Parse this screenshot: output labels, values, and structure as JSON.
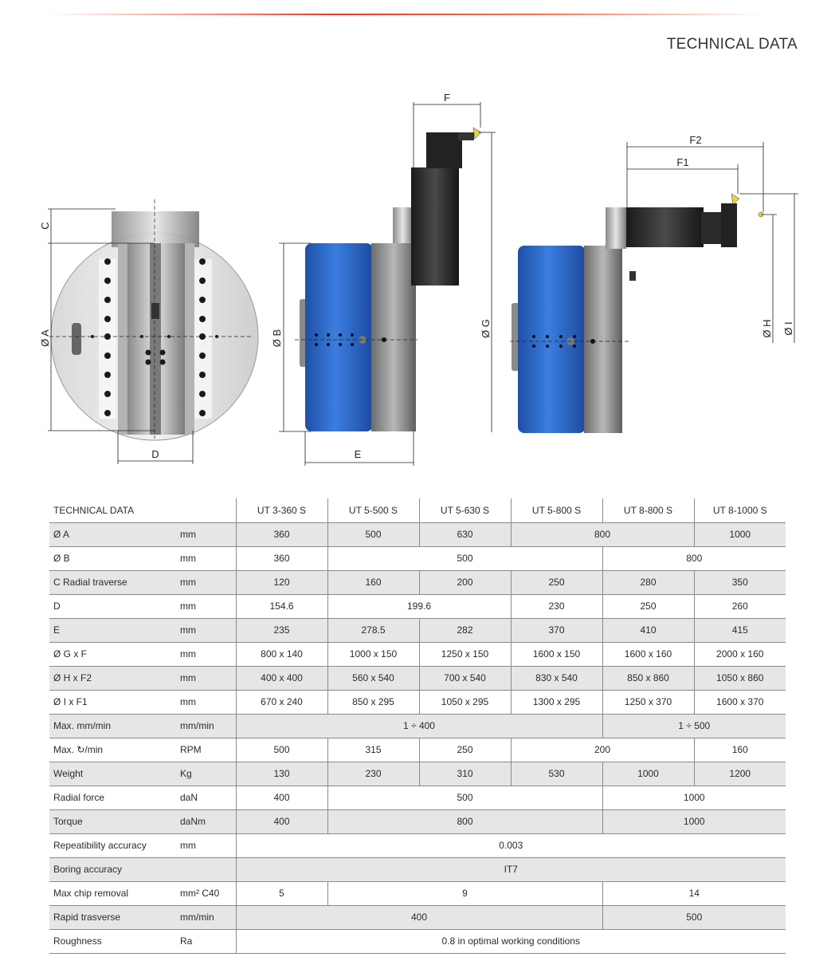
{
  "page_title": "TECHNICAL DATA",
  "dimension_labels": {
    "c": "C",
    "a": "Ø A",
    "d": "D",
    "b": "Ø B",
    "e": "E",
    "f": "F",
    "g": "Ø G",
    "f1": "F1",
    "f2": "F2",
    "h": "Ø H",
    "i": "Ø I"
  },
  "colors": {
    "accent": "#e63c28",
    "body_blue": "#2a63c4",
    "steel": "#9a9a9a"
  },
  "table": {
    "header": {
      "label": "TECHNICAL DATA",
      "models": [
        "UT 3-360 S",
        "UT 5-500 S",
        "UT 5-630 S",
        "UT 5-800 S",
        "UT 8-800 S",
        "UT 8-1000 S"
      ]
    },
    "rows": [
      {
        "param": "Ø A",
        "unit": "mm",
        "cells": [
          {
            "v": "360",
            "span": 1
          },
          {
            "v": "500",
            "span": 1
          },
          {
            "v": "630",
            "span": 1
          },
          {
            "v": "800",
            "span": 2
          },
          {
            "v": "1000",
            "span": 1
          }
        ]
      },
      {
        "param": "Ø B",
        "unit": "mm",
        "cells": [
          {
            "v": "360",
            "span": 1
          },
          {
            "v": "500",
            "span": 3
          },
          {
            "v": "800",
            "span": 2
          }
        ]
      },
      {
        "param": "C Radial traverse",
        "unit": "mm",
        "cells": [
          {
            "v": "120",
            "span": 1
          },
          {
            "v": "160",
            "span": 1
          },
          {
            "v": "200",
            "span": 1
          },
          {
            "v": "250",
            "span": 1
          },
          {
            "v": "280",
            "span": 1
          },
          {
            "v": "350",
            "span": 1
          }
        ]
      },
      {
        "param": "D",
        "unit": "mm",
        "cells": [
          {
            "v": "154.6",
            "span": 1
          },
          {
            "v": "199.6",
            "span": 2
          },
          {
            "v": "230",
            "span": 1
          },
          {
            "v": "250",
            "span": 1
          },
          {
            "v": "260",
            "span": 1
          }
        ]
      },
      {
        "param": "E",
        "unit": "mm",
        "cells": [
          {
            "v": "235",
            "span": 1
          },
          {
            "v": "278.5",
            "span": 1
          },
          {
            "v": "282",
            "span": 1
          },
          {
            "v": "370",
            "span": 1
          },
          {
            "v": "410",
            "span": 1
          },
          {
            "v": "415",
            "span": 1
          }
        ]
      },
      {
        "param": "Ø G x F",
        "unit": "mm",
        "cells": [
          {
            "v": "800 x 140",
            "span": 1
          },
          {
            "v": "1000 x 150",
            "span": 1
          },
          {
            "v": "1250 x 150",
            "span": 1
          },
          {
            "v": "1600 x 150",
            "span": 1
          },
          {
            "v": "1600 x 160",
            "span": 1
          },
          {
            "v": "2000 x 160",
            "span": 1
          }
        ]
      },
      {
        "param": "Ø H x F2",
        "unit": "mm",
        "cells": [
          {
            "v": "400 x 400",
            "span": 1
          },
          {
            "v": "560 x 540",
            "span": 1
          },
          {
            "v": "700 x 540",
            "span": 1
          },
          {
            "v": "830 x 540",
            "span": 1
          },
          {
            "v": "850 x 860",
            "span": 1
          },
          {
            "v": "1050 x 860",
            "span": 1
          }
        ]
      },
      {
        "param": "Ø I x F1",
        "unit": "mm",
        "cells": [
          {
            "v": "670 x 240",
            "span": 1
          },
          {
            "v": "850 x 295",
            "span": 1
          },
          {
            "v": "1050 x 295",
            "span": 1
          },
          {
            "v": "1300 x 295",
            "span": 1
          },
          {
            "v": "1250 x 370",
            "span": 1
          },
          {
            "v": "1600 x 370",
            "span": 1
          }
        ]
      },
      {
        "param": "Max. mm/min",
        "unit": "mm/min",
        "cells": [
          {
            "v": "1 ÷ 400",
            "span": 4
          },
          {
            "v": "1 ÷ 500",
            "span": 2
          }
        ]
      },
      {
        "param": "Max. ↻/min",
        "unit": "RPM",
        "cells": [
          {
            "v": "500",
            "span": 1
          },
          {
            "v": "315",
            "span": 1
          },
          {
            "v": "250",
            "span": 1
          },
          {
            "v": "200",
            "span": 2
          },
          {
            "v": "160",
            "span": 1
          }
        ]
      },
      {
        "param": "Weight",
        "unit": "Kg",
        "cells": [
          {
            "v": "130",
            "span": 1
          },
          {
            "v": "230",
            "span": 1
          },
          {
            "v": "310",
            "span": 1
          },
          {
            "v": "530",
            "span": 1
          },
          {
            "v": "1000",
            "span": 1
          },
          {
            "v": "1200",
            "span": 1
          }
        ]
      },
      {
        "param": "Radial force",
        "unit": "daN",
        "cells": [
          {
            "v": "400",
            "span": 1
          },
          {
            "v": "500",
            "span": 3
          },
          {
            "v": "1000",
            "span": 2
          }
        ]
      },
      {
        "param": "Torque",
        "unit": "daNm",
        "cells": [
          {
            "v": "400",
            "span": 1
          },
          {
            "v": "800",
            "span": 3
          },
          {
            "v": "1000",
            "span": 2
          }
        ]
      },
      {
        "param": "Repeatibility accuracy",
        "unit": "mm",
        "cells": [
          {
            "v": "0.003",
            "span": 6
          }
        ]
      },
      {
        "param": "Boring accuracy",
        "unit": "",
        "cells": [
          {
            "v": "IT7",
            "span": 6
          }
        ]
      },
      {
        "param": "Max chip removal",
        "unit": "mm² C40",
        "cells": [
          {
            "v": "5",
            "span": 1
          },
          {
            "v": "9",
            "span": 3
          },
          {
            "v": "14",
            "span": 2
          }
        ]
      },
      {
        "param": "Rapid trasverse",
        "unit": "mm/min",
        "cells": [
          {
            "v": "400",
            "span": 4
          },
          {
            "v": "500",
            "span": 2
          }
        ]
      },
      {
        "param": "Roughness",
        "unit": "Ra",
        "cells": [
          {
            "v": "0.8  in optimal working conditions",
            "span": 6
          }
        ]
      }
    ]
  }
}
